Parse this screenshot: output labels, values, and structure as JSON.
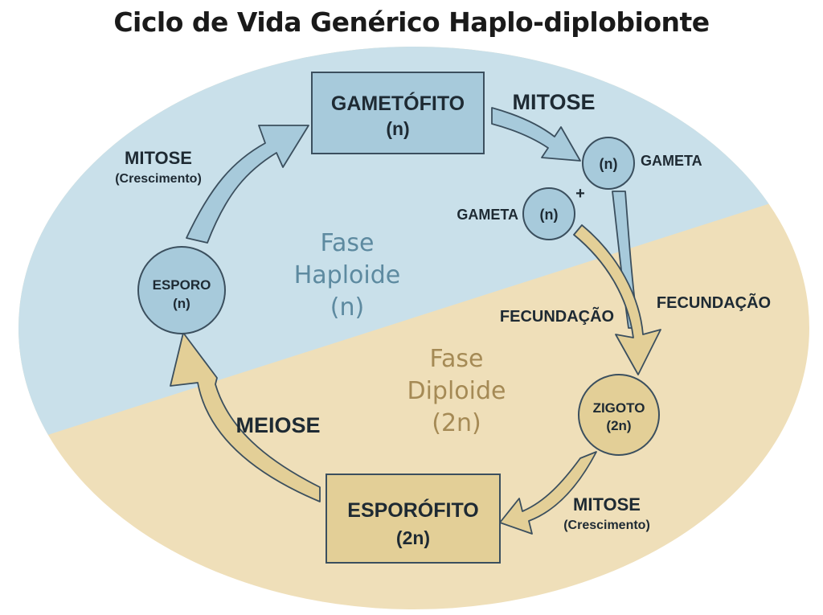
{
  "title": "Ciclo de Vida Genérico Haplo-diplobionte",
  "colors": {
    "haploid_bg": "#c9e0ea",
    "diploid_bg": "#efdfb9",
    "haploid_fill": "#a7cadb",
    "diploid_fill": "#e3cf97",
    "stroke": "#3b4f5e",
    "haploid_text": "#5d8aa0",
    "diploid_text": "#a58a55"
  },
  "phases": {
    "haploid": {
      "line1": "Fase",
      "line2": "Haploide",
      "line3": "(n)"
    },
    "diploid": {
      "line1": "Fase",
      "line2": "Diploide",
      "line3": "(2n)"
    }
  },
  "nodes": {
    "gametofito": {
      "label": "GAMETÓFITO",
      "ploidy": "(n)"
    },
    "esporofito": {
      "label": "ESPORÓFITO",
      "ploidy": "(2n)"
    },
    "esporo": {
      "label": "ESPORO",
      "ploidy": "(n)"
    },
    "zigoto": {
      "label": "ZIGOTO",
      "ploidy": "(2n)"
    },
    "gameta_1": {
      "ploidy": "(n)",
      "label": "GAMETA"
    },
    "gameta_2": {
      "ploidy": "(n)",
      "label": "GAMETA"
    },
    "plus": "+"
  },
  "processes": {
    "mitose_gametofito": {
      "label": "MITOSE"
    },
    "mitose_esporo": {
      "label": "MITOSE",
      "sub": "(Crescimento)"
    },
    "mitose_zigoto": {
      "label": "MITOSE",
      "sub": "(Crescimento)"
    },
    "fecundacao_1": {
      "label": "FECUNDAÇÃO"
    },
    "fecundacao_2": {
      "label": "FECUNDAÇÃO"
    },
    "meiose": {
      "label": "MEIOSE"
    }
  }
}
